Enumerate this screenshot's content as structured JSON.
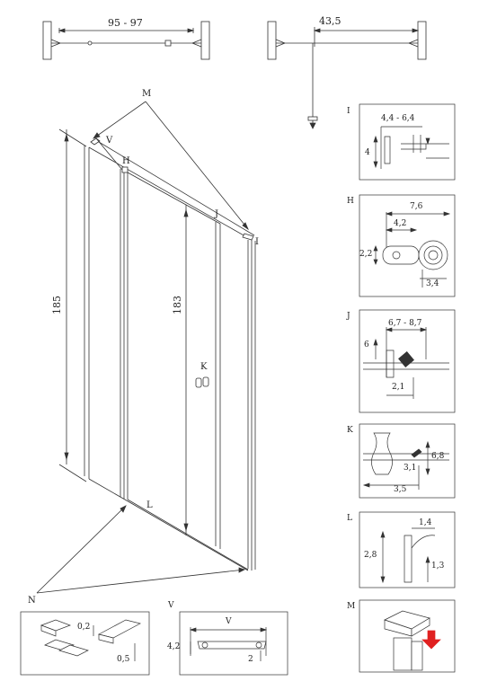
{
  "top_views": {
    "left_dim": "95 - 97",
    "right_dim": "43,5"
  },
  "main_view": {
    "height_total": "185",
    "height_door": "183",
    "labels": {
      "M": "M",
      "V": "V",
      "H": "H",
      "J": "J",
      "I": "I",
      "K": "K",
      "L": "L",
      "N": "N"
    }
  },
  "details": {
    "I": {
      "label": "I",
      "dim_width": "4,4 - 6,4",
      "dim_height": "4"
    },
    "H": {
      "label": "H",
      "dim_total": "7,6",
      "dim_inner": "4,2",
      "dim_height": "2,2",
      "dim_small": "3,4"
    },
    "J": {
      "label": "J",
      "dim_width": "6,7 - 8,7",
      "dim_height": "6",
      "dim_gap": "2,1"
    },
    "K": {
      "label": "K",
      "dim_height": "6,8",
      "dim_inner": "3,1",
      "dim_width": "3,5"
    },
    "L": {
      "label": "L",
      "dim_top": "1,4",
      "dim_height": "2,8",
      "dim_small": "1,3"
    },
    "M": {
      "label": "M"
    },
    "N": {
      "label": "N",
      "dim_a": "0,2",
      "dim_b": "0,5"
    },
    "V": {
      "label": "V",
      "dim_width": "V",
      "dim_height": "4,2",
      "dim_small": "2"
    }
  },
  "colors": {
    "line": "#333333",
    "panel_border": "#222222",
    "arrow_red": "#e02020"
  }
}
